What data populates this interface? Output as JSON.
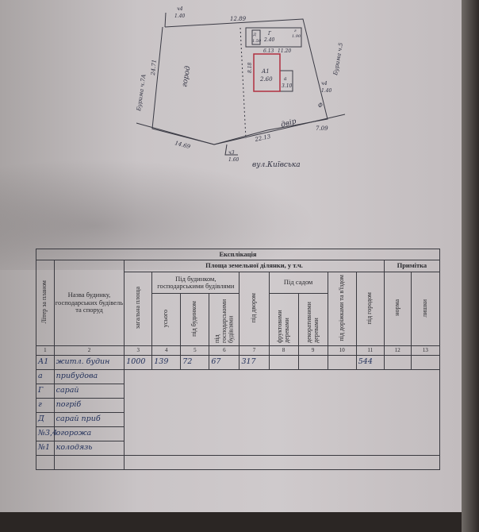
{
  "plan": {
    "top_dim": "12.89",
    "tl_box": "1.40",
    "tl_n": "ч4",
    "left_side": "24.71",
    "left_street": "Бурима ч.7А",
    "garden": "город",
    "yard": "двір",
    "bottom_left": "14.69",
    "bottom_right": "22.13",
    "right_bottom": "7.09",
    "bottom_box_n": "ч3",
    "bottom_box": "1.60",
    "street": "вул.Київська",
    "right_box_n": "ч4",
    "right_box": "1.40",
    "right_street": "Бурима ч.5",
    "house_label": "А1",
    "house_area": "2.60",
    "house_w": "6.13",
    "house_h": "8.18",
    "annex_label": "а",
    "annex_area": "3.10",
    "barn_label": "Г",
    "barn_area": "2.40",
    "barn_len": "11.20",
    "d_label": "Д",
    "d_area": "1.50",
    "g_label": "г",
    "g_area": "1.90",
    "well": "Ф"
  },
  "table": {
    "title": "Експлікація",
    "area_header": "Площа земельної ділянки, у т.ч.",
    "note_header": "Примітка",
    "litera": "Літер за планом",
    "name": "Назва будинку, господарських будівель та споруд",
    "total": "загальна площа",
    "under_buildings": "Під будинком, господарськими будівлями",
    "all": "усього",
    "under_house": "під будинком",
    "under_outbuildings": "під господарськими будівлями",
    "yard": "під двором",
    "garden": "Під садом",
    "fruit": "фруктовими деревами",
    "decor": "декоративними деревами",
    "roads": "під доріжками та в'їздом",
    "vegetable": "під городом",
    "norm": "норма",
    "excess": "лишки",
    "col_numbers": [
      "1",
      "2",
      "3",
      "4",
      "5",
      "6",
      "7",
      "8",
      "9",
      "10",
      "11",
      "12",
      "13"
    ],
    "rows": [
      {
        "lit": "А1",
        "name": "житл. будин",
        "vals": [
          "1000",
          "139",
          "72",
          "67",
          "317",
          "",
          "",
          "",
          "544",
          "",
          ""
        ]
      },
      {
        "lit": "а",
        "name": "прибудова"
      },
      {
        "lit": "Г",
        "name": "сарай"
      },
      {
        "lit": "г",
        "name": "погріб"
      },
      {
        "lit": "Д",
        "name": "сарай приб"
      },
      {
        "lit": "№3,4",
        "name": "огорожа"
      },
      {
        "lit": "№1",
        "name": "колодязь"
      }
    ]
  }
}
